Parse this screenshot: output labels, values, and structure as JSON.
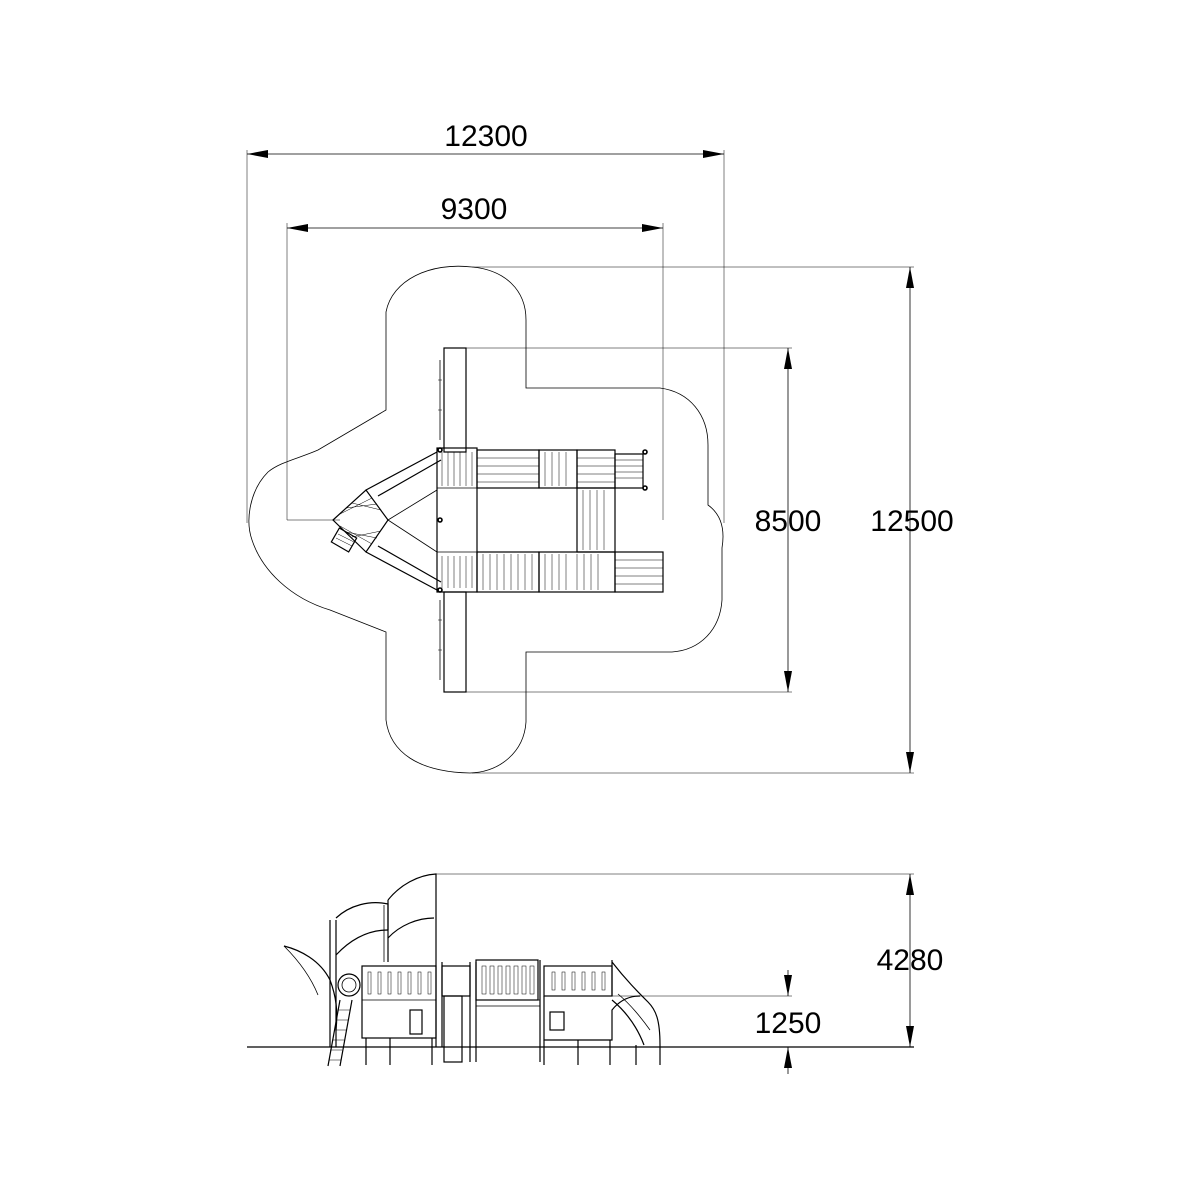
{
  "dimensions": {
    "overall_width": "12300",
    "inner_width": "9300",
    "inner_depth": "8500",
    "overall_depth": "12500",
    "total_height": "4280",
    "platform_height": "1250"
  },
  "colors": {
    "line": "#000000",
    "background": "#ffffff"
  }
}
